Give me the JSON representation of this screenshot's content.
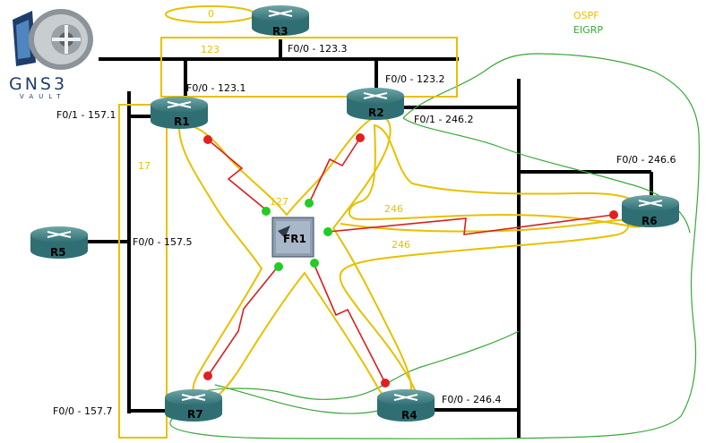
{
  "logo": {
    "name": "GNS3",
    "sub": "VAULT"
  },
  "legend": {
    "ospf": "OSPF",
    "eigrp": "EIGRP"
  },
  "colors": {
    "ospf": "#e8c000",
    "eigrp": "#39a839",
    "frame_link": "#d62020",
    "lan": "#000000"
  },
  "devices": {
    "r1": "R1",
    "r2": "R2",
    "r3": "R3",
    "r4": "R4",
    "r5": "R5",
    "r6": "R6",
    "r7": "R7",
    "fr1": "FR1"
  },
  "areas": {
    "a0": "0",
    "a123": "123",
    "a17": "17",
    "a127": "127",
    "a246a": "246",
    "a246b": "246"
  },
  "interfaces": {
    "r3_f00": "F0/0 - 123.3",
    "r1_f00": "F0/0 - 123.1",
    "r2_f00": "F0/0 - 123.2",
    "r1_f01": "F0/1 - 157.1",
    "r2_f01": "F0/1 - 246.2",
    "r6_f00": "F0/0 - 246.6",
    "r5_f00": "F0/0 - 157.5",
    "r7_f00": "F0/0 - 157.7",
    "r4_f00": "F0/0 - 246.4"
  }
}
